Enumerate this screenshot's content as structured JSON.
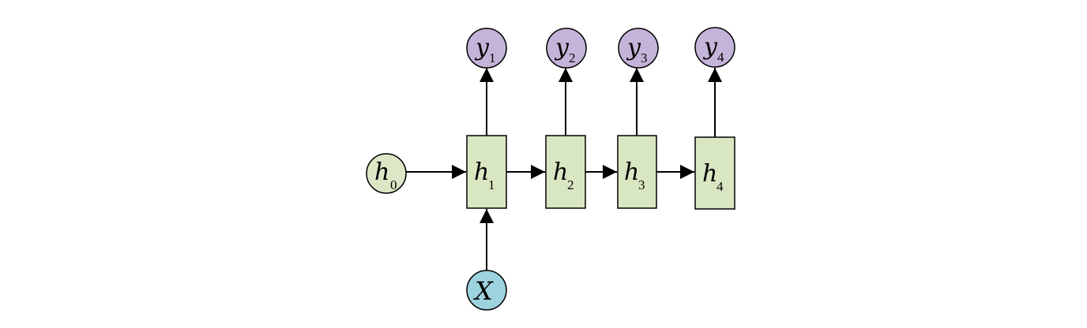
{
  "colors": {
    "hidden_fill": "#d9e6c2",
    "input_fill": "#9dd3de",
    "output_fill": "#c5b4d9",
    "initial_fill": "#dbe7c5",
    "stroke": "#000000"
  },
  "nodes": {
    "h0": {
      "base": "h",
      "sub": "0"
    },
    "h1": {
      "base": "h",
      "sub": "1"
    },
    "h2": {
      "base": "h",
      "sub": "2"
    },
    "h3": {
      "base": "h",
      "sub": "3"
    },
    "h4": {
      "base": "h",
      "sub": "4"
    },
    "y1": {
      "base": "y",
      "sub": "1"
    },
    "y2": {
      "base": "y",
      "sub": "2"
    },
    "y3": {
      "base": "y",
      "sub": "3"
    },
    "y4": {
      "base": "y",
      "sub": "4"
    },
    "x": {
      "base": "X"
    }
  }
}
